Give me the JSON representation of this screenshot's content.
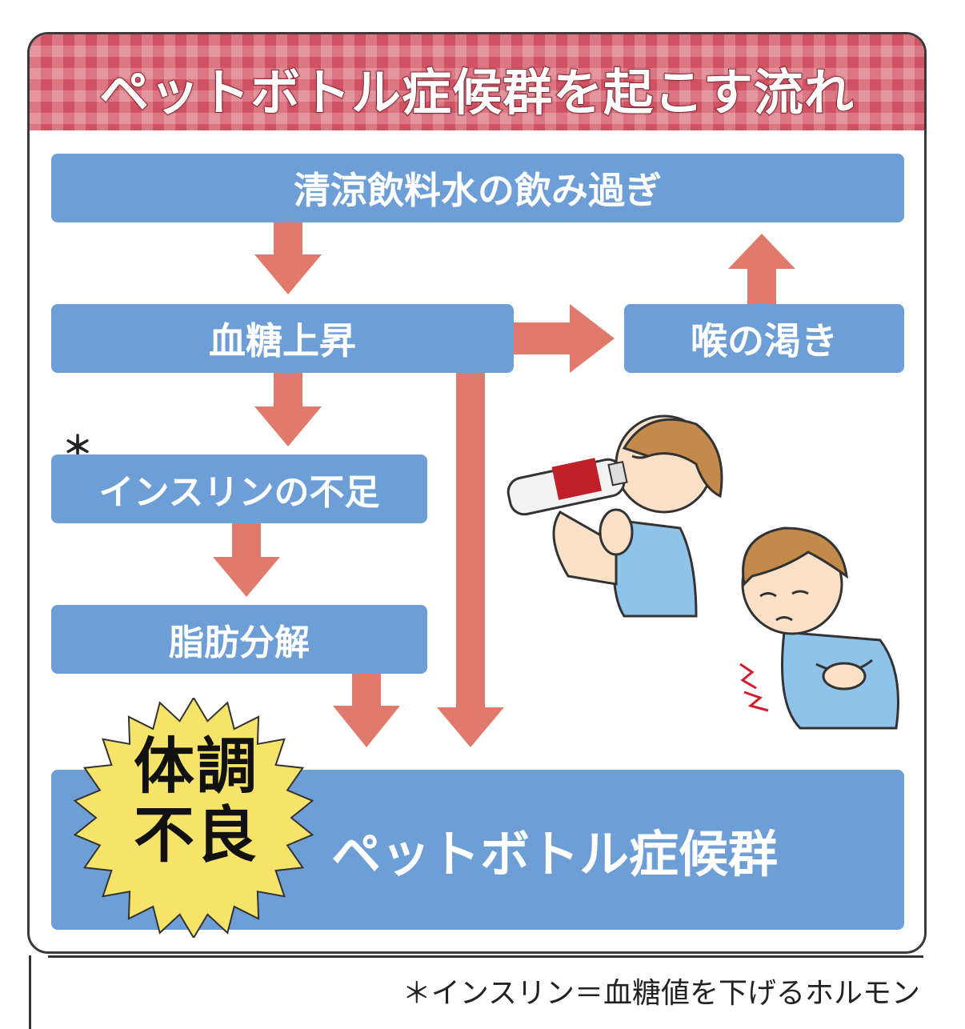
{
  "header": {
    "title": "ペットボトル症候群を起こす流れ"
  },
  "flow": {
    "drink": "清涼飲料水の飲み過ぎ",
    "blood_sugar": "血糖上昇",
    "thirst": "喉の渇き",
    "asterisk": "＊",
    "insulin": "インスリンの不足",
    "fat": "脂肪分解",
    "result": "ペットボトル症候群"
  },
  "badge": {
    "line1": "体調",
    "line2": "不良"
  },
  "footnote": "＊インスリン＝血糖値を下げるホルモン",
  "colors": {
    "box": "#6d9fd6",
    "arrow": "#e07a6c",
    "header": "#d15262",
    "burst": "#f6e36a"
  },
  "illustrations": [
    "boy-drinking-bottle-icon",
    "boy-stomachache-icon"
  ]
}
